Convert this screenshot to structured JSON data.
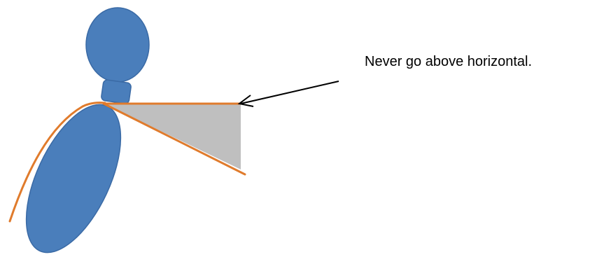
{
  "annotation": {
    "text": "Never go above horizontal."
  },
  "colors": {
    "figure_fill": "#4a7ebb",
    "figure_stroke": "#3a6aa5",
    "outline": "#e07b2c",
    "shaded_region": "#bfbfbf",
    "arrow": "#000000"
  },
  "figure": {
    "parts": [
      "head-icon",
      "neck",
      "torso"
    ],
    "arm_angle_limit": "horizontal"
  }
}
